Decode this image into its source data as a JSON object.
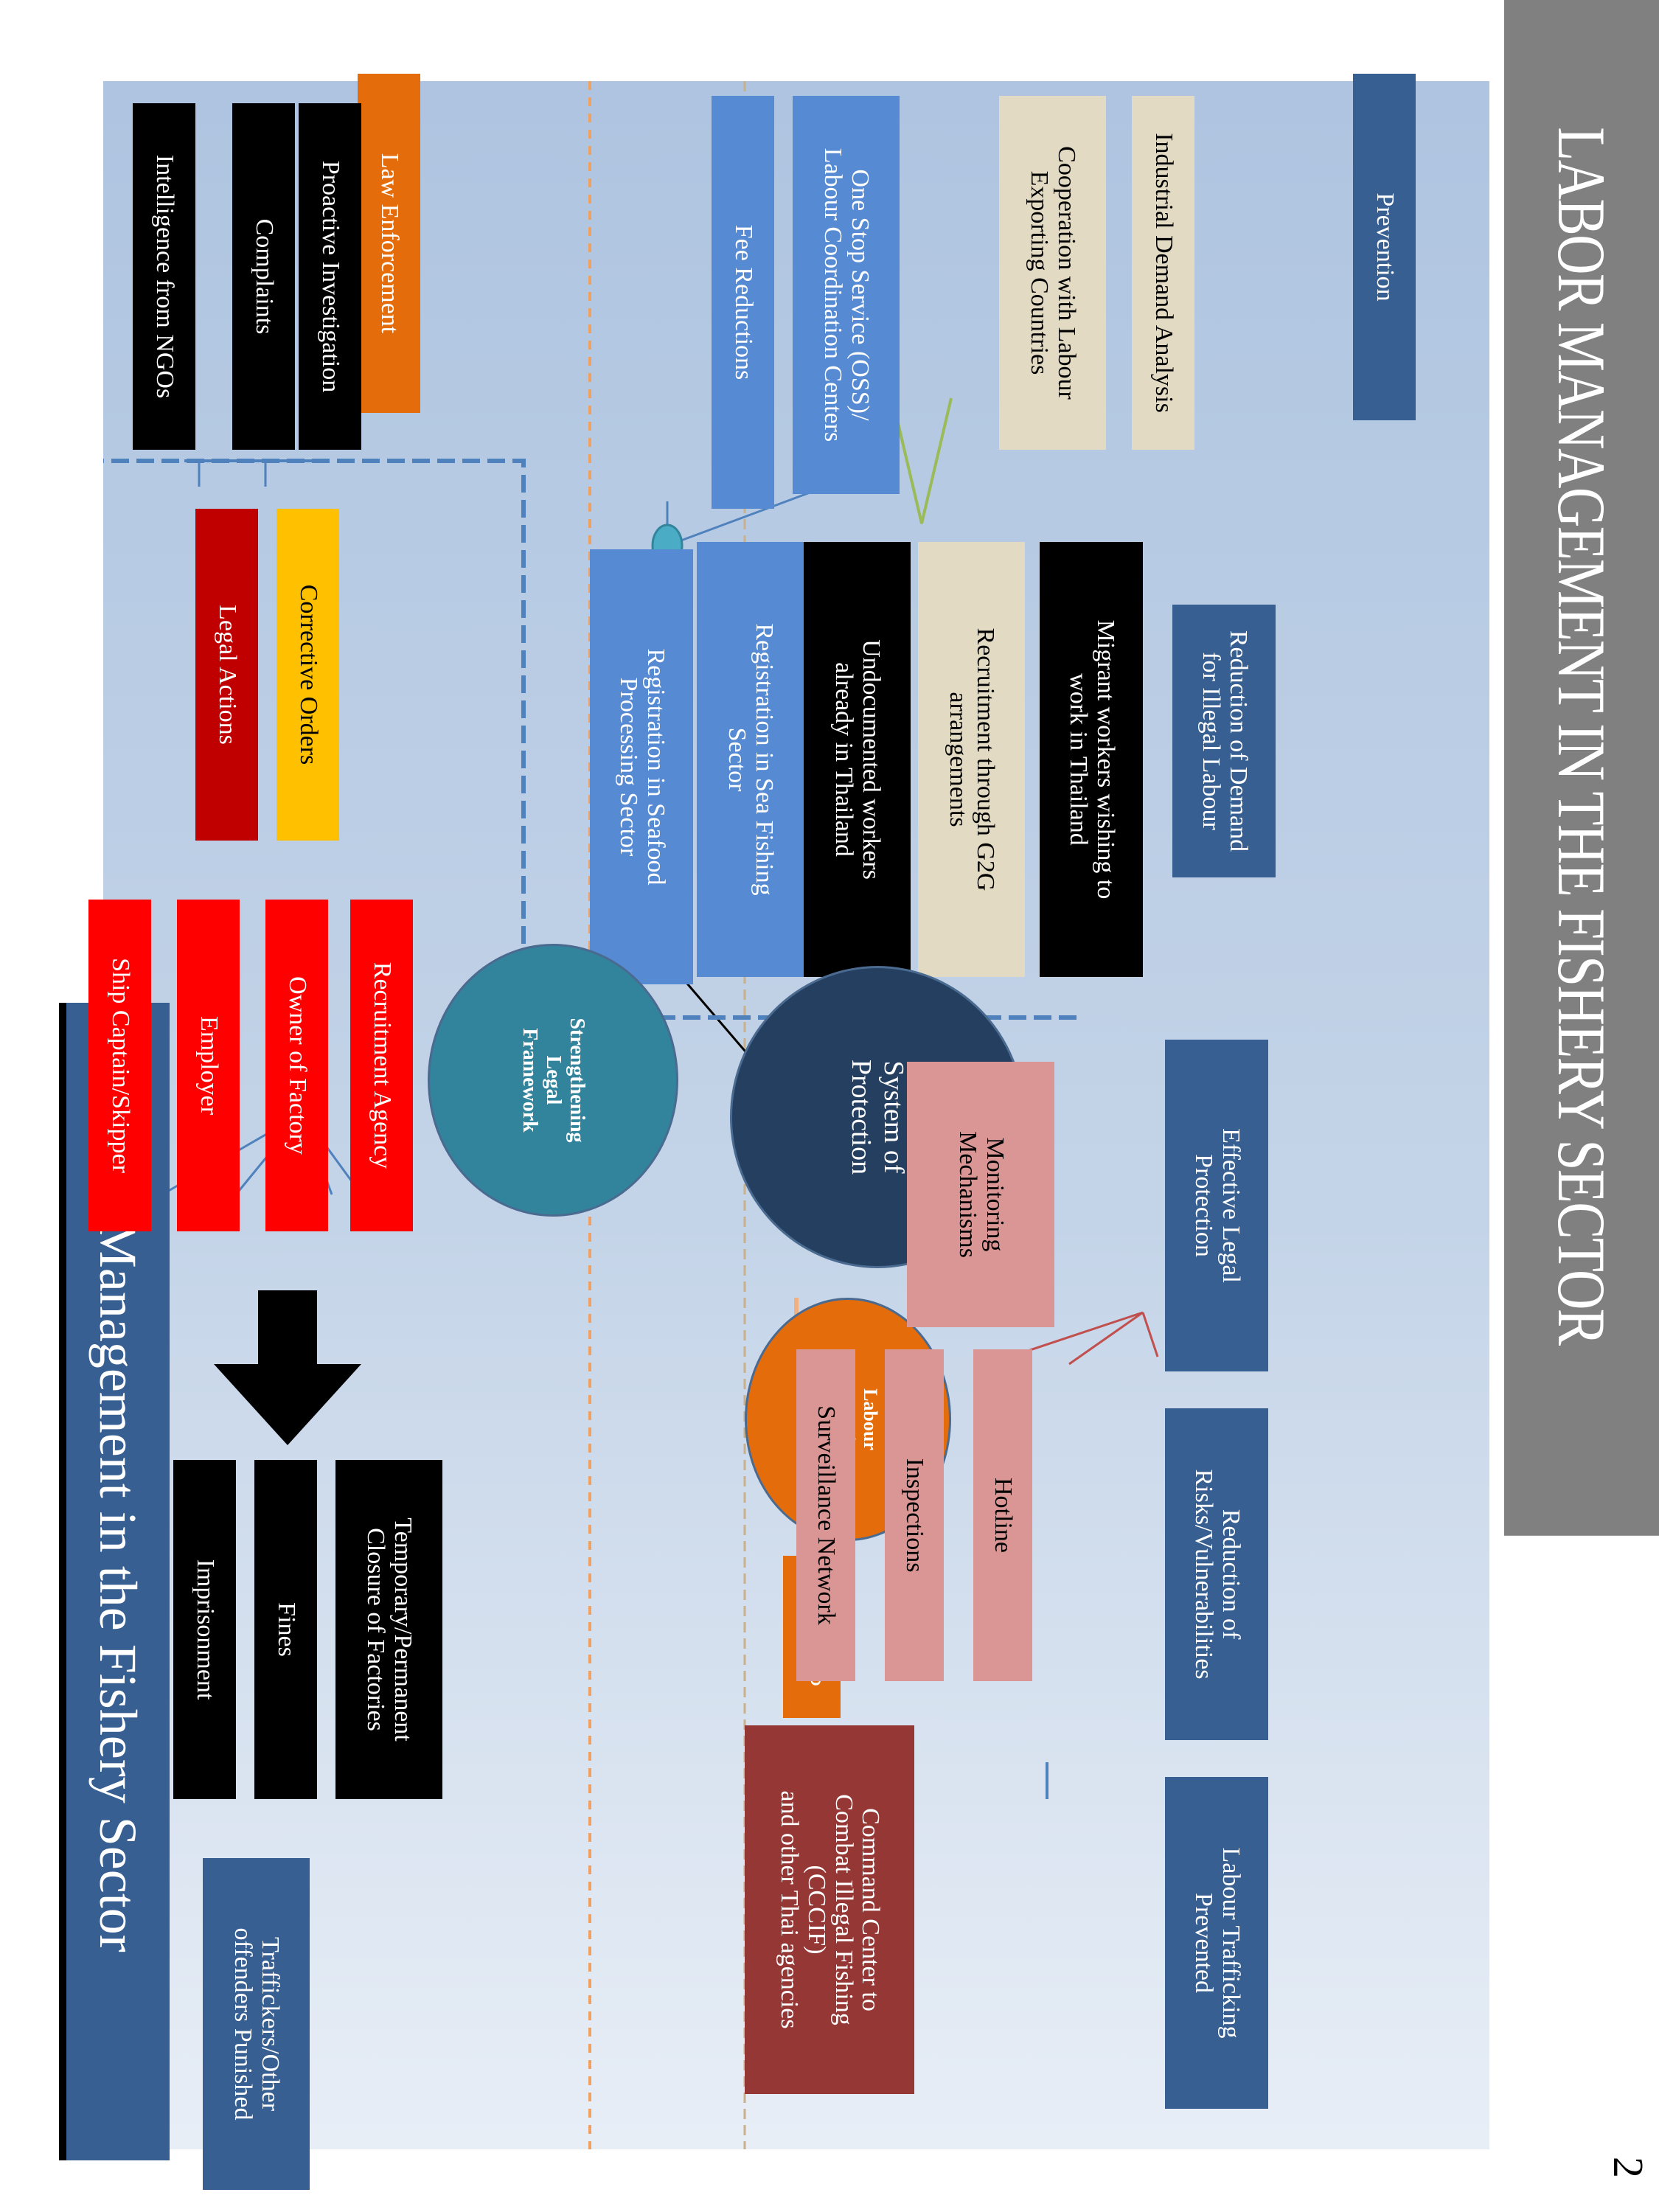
{
  "page": {
    "title": "LABOR MANAGEMENT IN THE FISHERY SECTOR",
    "page_number": "2"
  },
  "diagram": {
    "main_title": "Labour Management  in the Fishery Sector",
    "sections": {
      "prevention": "Prevention",
      "law_enforcement": "Law Enforcement"
    },
    "prevention": {
      "industrial_demand": "Industrial Demand Analysis",
      "cooperation": "Cooperation with Labour\nExporting Countries",
      "oss": "One Stop Service (OSS)/\nLabour Coordination Centers",
      "fee_reductions": "Fee Reductions",
      "reduction_demand": "Reduction of Demand\nfor Illegal Labour",
      "migrant_workers": "Migrant workers wishing to\nwork in Thailand",
      "g2g": "Recruitment through G2G\narrangements",
      "undocumented": "Undocumented workers\nalready in Thailand",
      "reg_sea_fishing": "Registration in Sea Fishing\nSector",
      "reg_seafood": "Registration in Seafood\nProcessing Sector"
    },
    "protection": {
      "system_of_protection": "System of\nProtection",
      "strengthening_legal": "Strengthening\nLegal\nFramework",
      "labour_protection_standard": "Labour\nProtection\nStandard",
      "tls_glp": "TLS/GLP",
      "monitoring": "Monitoring\nMechanisms",
      "hotline": "Hotline",
      "inspections": "Inspections",
      "surveillance": "Surveillance Network",
      "cccif": "Command Center to\nCombat Illegal Fishing\n(CCCIF)\nand other Thai agencies"
    },
    "outcomes": {
      "effective_legal_protection": "Effective Legal\nProtection",
      "reduction_risks": "Reduction of\nRisks/Vulnerabilities",
      "trafficking_prevented": "Labour Trafficking\nPrevented"
    },
    "enforcement": {
      "proactive": "Proactive Investigation",
      "complaints": "Complaints",
      "intelligence": "Intelligence from NGOs",
      "corrective_orders": "Corrective Orders",
      "legal_actions": "Legal Actions",
      "targets": [
        "Recruitment Agency",
        "Owner of Factory",
        "Employer",
        "Ship Captain/Skipper"
      ],
      "penalties": [
        "Temporary/Permanent\nClosure of Factories",
        "Fines",
        "Imprisonment"
      ],
      "punished": "Traffickers/Other\noffenders Punished"
    }
  }
}
